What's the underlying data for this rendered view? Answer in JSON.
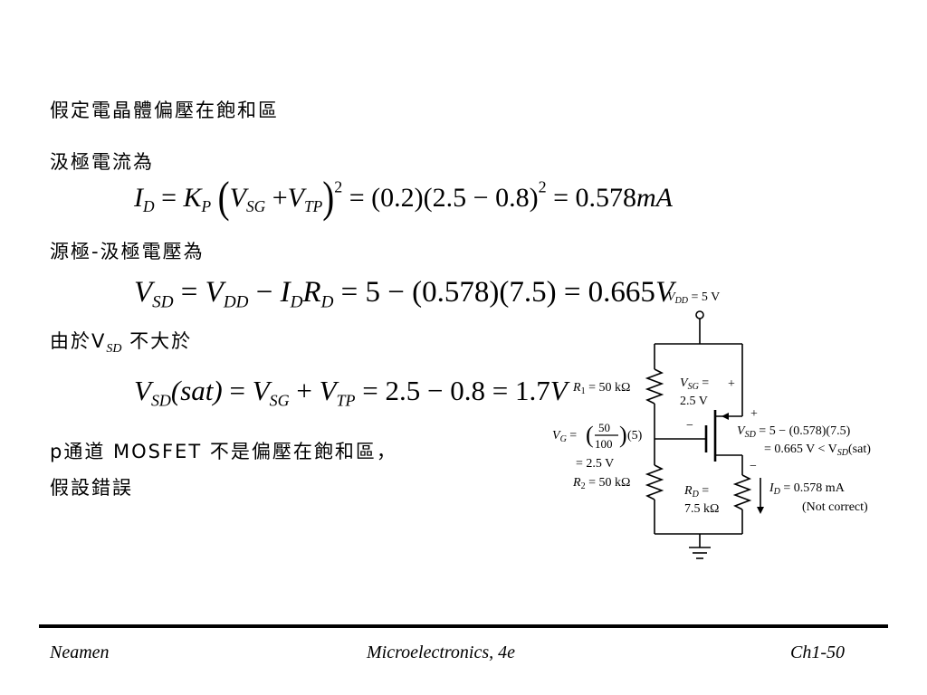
{
  "lines": {
    "assume": "假定電晶體偏壓在飽和區",
    "drain_current": "汲極電流為",
    "source_drain": "源極-汲極電壓為",
    "since": "由於V",
    "since_sub": "SD",
    "not_greater": " 不大於",
    "conclusion_p": "p通道 MOSFET 不是偏壓在飽和區，",
    "wrong": "假設錯誤"
  },
  "eq1": {
    "I": "I",
    "D": "D",
    "eqs": " = ",
    "K": "K",
    "P": "P",
    "lp": "(",
    "V": "V",
    "SG": "SG",
    "plus": " +",
    "TP": "TP",
    "rp": ")",
    "sq": "2",
    "rhs1": " = (0.2)(2.5 − 0.8)",
    "sq2": "2",
    "rhs2": " = 0.578",
    "mA": "mA"
  },
  "eq2": {
    "V": "V",
    "SD": "SD",
    "eqs": " = ",
    "DD": "DD",
    "minus": " − ",
    "I": "I",
    "D": "D",
    "R": "R",
    "rhs": " = 5 − (0.578)(7.5) = 0.665",
    "Vu": "V"
  },
  "eq3": {
    "V": "V",
    "SD": "SD",
    "sat": "(sat)",
    "eqs": " = ",
    "SG": "SG",
    "plus": " + ",
    "TP": "TP",
    "rhs": " = 2.5 − 0.8 = 1.7",
    "Vu": "V"
  },
  "circuit": {
    "vdd": "V",
    "vdd_sub": "DD",
    "vdd_val": " = 5 V",
    "r1": "R",
    "r1_sub": "1",
    "r1_val": " = 50 kΩ",
    "vsg": "V",
    "vsg_sub": "SG",
    "vsg_eq": " =",
    "vsg_val": "2.5 V",
    "plus1": "+",
    "minus1": "−",
    "plus2": "+",
    "minus2": "−",
    "vsd": "V",
    "vsd_sub": "SD",
    "vsd_eq": " = 5 − (0.578)(7.5)",
    "vsd_line2": "= 0.665 V < V",
    "vsd_line2_sub": "SD",
    "vsd_line2_end": "(sat)",
    "vg": "V",
    "vg_sub": "G",
    "vg_eq": " =",
    "frac_num": "50",
    "frac_den": "100",
    "vg_mul": "(5)",
    "vg_val": "= 2.5 V",
    "r2": "R",
    "r2_sub": "2",
    "r2_val": " = 50 kΩ",
    "rd": "R",
    "rd_sub": "D",
    "rd_eq": " =",
    "rd_val": "7.5 kΩ",
    "id": "I",
    "id_sub": "D",
    "id_val": " = 0.578 mA",
    "id_note": "(Not correct)"
  },
  "footer": {
    "left": "Neamen",
    "center": "Microelectronics, 4e",
    "right": "Ch1-50"
  }
}
